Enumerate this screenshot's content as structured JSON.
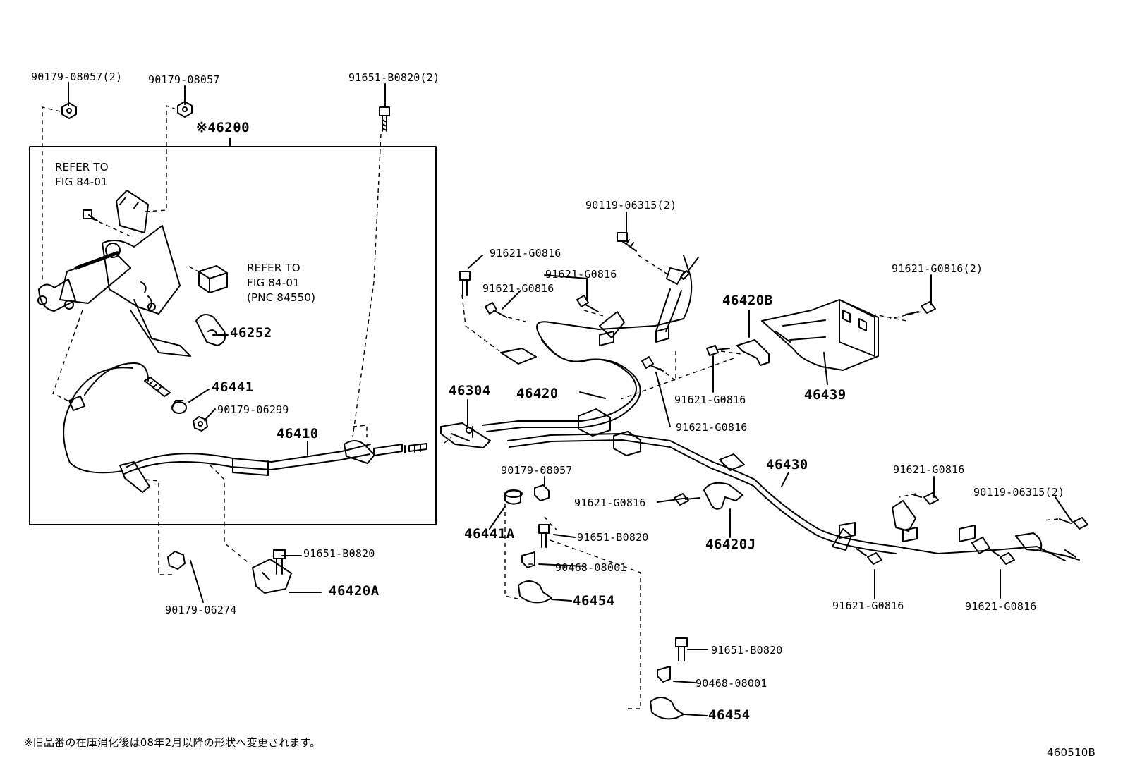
{
  "labels": {
    "p1": "90179-08057(2)",
    "p2": "90179-08057",
    "p3": "91651-B0820(2)",
    "p4": "※46200",
    "p5": "REFER TO\nFIG 84-01",
    "p6": "REFER TO\nFIG 84-01\n(PNC 84550)",
    "p7": "46252",
    "p8": "46441",
    "p9": "90179-06299",
    "p10": "46410",
    "p11": "91651-B0820",
    "p12": "46420A",
    "p13": "90179-06274",
    "p14": "90119-06315(2)",
    "p15": "91621-G0816",
    "p16": "91621-G0816",
    "p17": "91621-G0816",
    "p18": "46420B",
    "p19": "91621-G0816(2)",
    "p20": "46304",
    "p21": "46420",
    "p22": "91621-G0816",
    "p23": "46439",
    "p24": "91621-G0816",
    "p25": "90179-08057",
    "p26": "46430",
    "p27": "91621-G0816",
    "p28": "91621-G0816",
    "p29": "90119-06315(2)",
    "p30": "46441A",
    "p31": "46420J",
    "p32": "91651-B0820",
    "p33": "90468-08001",
    "p34": "46454",
    "p35": "91621-G0816",
    "p36": "91621-G0816",
    "p37": "91651-B0820",
    "p38": "90468-08001",
    "p39": "46454"
  },
  "footnote": "※旧品番の在庫消化後は08年2月以降の形状へ変更されます。",
  "figure_id": "460510B"
}
